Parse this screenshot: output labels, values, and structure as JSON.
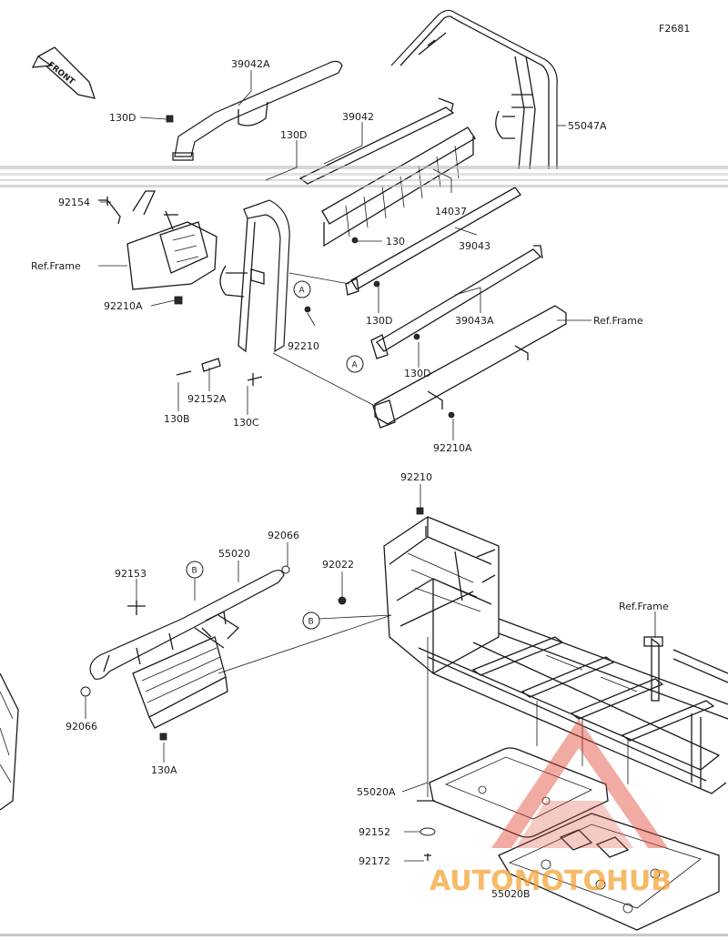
{
  "figure_id": "F2681",
  "front_label": "FRONT",
  "watermark": {
    "brand_text": "AUTOMOTOHUB",
    "colors": {
      "primary": "#e04a3a",
      "secondary": "#f4a030"
    }
  },
  "callouts": {
    "c39042A": "39042A",
    "c130D_1": "130D",
    "c39042": "39042",
    "c130D_2": "130D",
    "c55047A": "55047A",
    "c92154": "92154",
    "c14037": "14037",
    "c130": "130",
    "c39043": "39043",
    "refframe_1": "Ref.Frame",
    "c92210A_1": "92210A",
    "circA_1": "A",
    "c130D_3": "130D",
    "c39043A": "39043A",
    "refframe_2": "Ref.Frame",
    "c92210": "92210",
    "circA_2": "A",
    "c130D_4": "130D",
    "c92152A": "92152A",
    "c130B": "130B",
    "c130C": "130C",
    "c92210A_2": "92210A",
    "c92210_2": "92210",
    "c92066_1": "92066",
    "c55020": "55020",
    "c92153": "92153",
    "circB_1": "B",
    "c92022": "92022",
    "circB_2": "B",
    "refframe_3": "Ref.Frame",
    "c92066_2": "92066",
    "c130A": "130A",
    "c55020A": "55020A",
    "c92152": "92152",
    "c92172": "92172",
    "c55020B": "55020B"
  }
}
